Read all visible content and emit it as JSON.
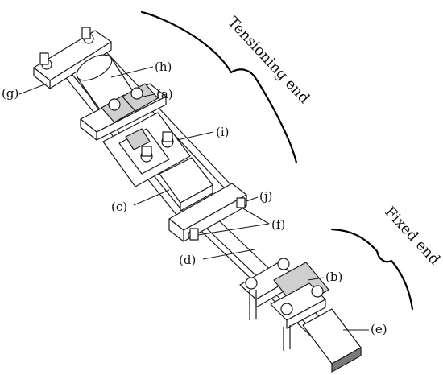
{
  "labels": {
    "a": "(a)",
    "b": "(b)",
    "c": "(c)",
    "d": "(d)",
    "e": "(e)",
    "f": "(f)",
    "g": "(g)",
    "h": "(h)",
    "i": "(i)",
    "j": "(j)"
  },
  "headings": {
    "tensioning_end": "Tensioning end",
    "fixed_end": "Fixed end"
  }
}
